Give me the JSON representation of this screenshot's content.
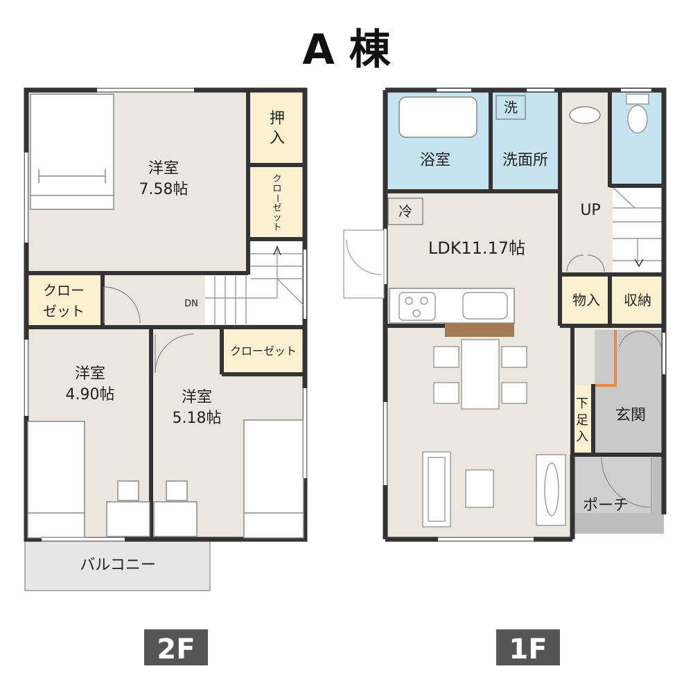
{
  "title": "A 棟",
  "colors": {
    "wall": "#333333",
    "room_floor": "#ebe7df",
    "closet": "#fbf0cf",
    "water": "#c6e3f1",
    "entrance": "#c9c9c9",
    "porch": "#bdbdbd",
    "balcony": "#e6e6e6",
    "badge": "#555555",
    "counter": "#a57b56",
    "entrance_step": "#e8884a"
  },
  "floor2": {
    "label": "2F",
    "rooms": {
      "bedroom_main": "洋室",
      "bedroom_main_size": "7.58帖",
      "oshiire_1": "押",
      "oshiire_2": "入",
      "closet_vertical": [
        "ク",
        "ロ",
        "ー",
        "ゼ",
        "ッ",
        "ト"
      ],
      "closet_left_1": "クロー",
      "closet_left_2": "ゼット",
      "dn": "DN",
      "closet_right": "クローゼット",
      "bedroom_left": "洋室",
      "bedroom_left_size": "4.90帖",
      "bedroom_right": "洋室",
      "bedroom_right_size": "5.18帖",
      "balcony": "バルコニー"
    }
  },
  "floor1": {
    "label": "1F",
    "rooms": {
      "bath": "浴室",
      "washer": "洗",
      "washroom": "洗面所",
      "fridge": "冷",
      "ldk": "LDK11.17帖",
      "up": "UP",
      "storage": "物入",
      "storage2": "収納",
      "shoe_1": "下",
      "shoe_2": "足",
      "shoe_3": "入",
      "entrance": "玄関",
      "porch": "ポーチ"
    }
  }
}
